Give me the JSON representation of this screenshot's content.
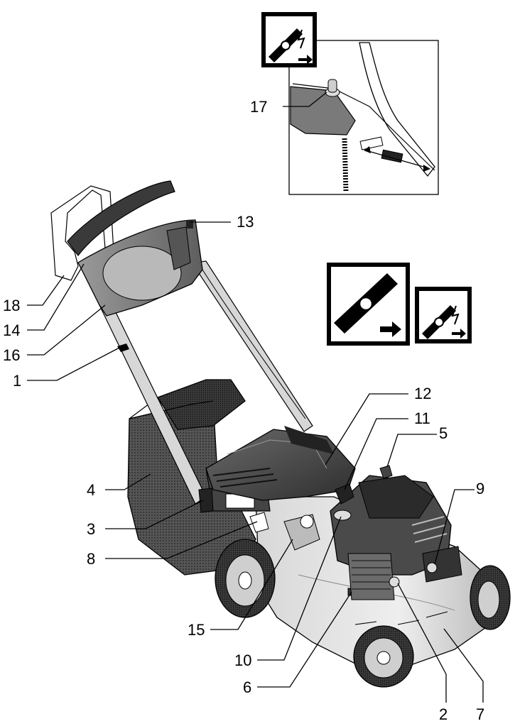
{
  "callouts": [
    {
      "id": "17",
      "label": "17"
    },
    {
      "id": "13",
      "label": "13"
    },
    {
      "id": "18",
      "label": "18"
    },
    {
      "id": "14",
      "label": "14"
    },
    {
      "id": "16",
      "label": "16"
    },
    {
      "id": "1",
      "label": "1"
    },
    {
      "id": "12",
      "label": "12"
    },
    {
      "id": "11",
      "label": "11"
    },
    {
      "id": "5",
      "label": "5"
    },
    {
      "id": "9",
      "label": "9"
    },
    {
      "id": "4",
      "label": "4"
    },
    {
      "id": "3",
      "label": "3"
    },
    {
      "id": "8",
      "label": "8"
    },
    {
      "id": "15",
      "label": "15"
    },
    {
      "id": "10",
      "label": "10"
    },
    {
      "id": "6",
      "label": "6"
    },
    {
      "id": "2",
      "label": "2"
    },
    {
      "id": "7",
      "label": "7"
    }
  ],
  "symbols": [
    {
      "id": "blade-brake-small",
      "icon": "blade-brake-lightning-icon"
    },
    {
      "id": "blade-stop-large",
      "icon": "blade-stop-arrow-icon"
    },
    {
      "id": "blade-brake-right",
      "icon": "blade-brake-lightning-icon"
    }
  ],
  "colors": {
    "line": "#000000",
    "body_dark": "#3a3a3a",
    "body_mid": "#8a8a8a",
    "body_light": "#cfcfcf",
    "background": "#ffffff"
  }
}
